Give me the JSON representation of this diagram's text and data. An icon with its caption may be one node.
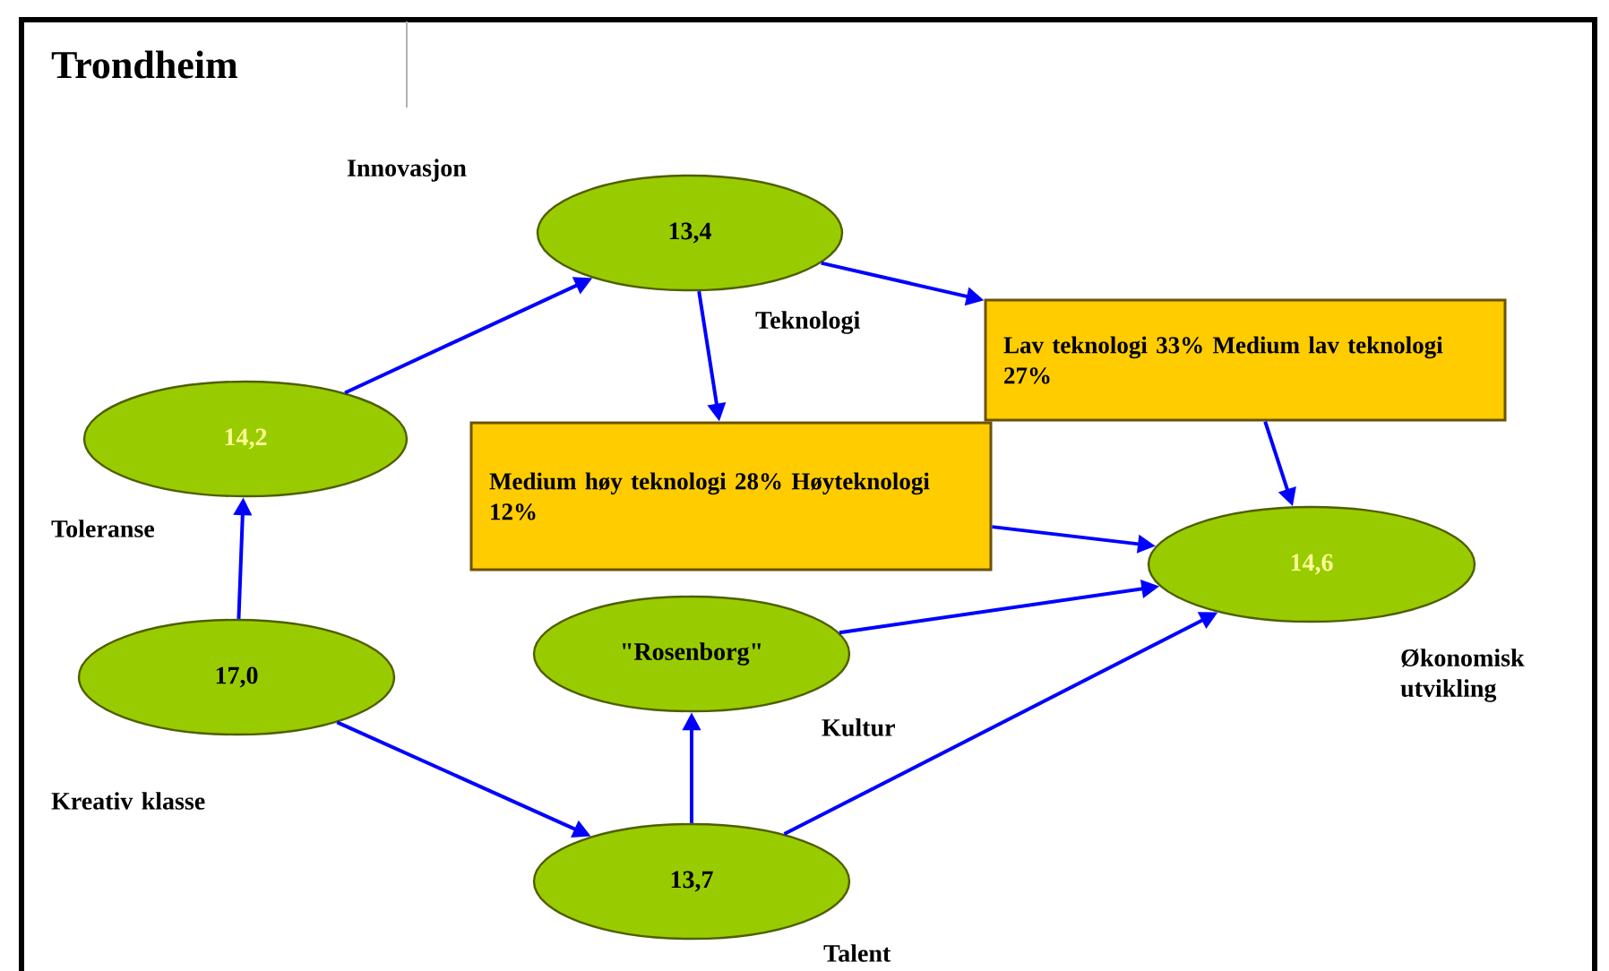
{
  "diagram": {
    "title": "Trondheim",
    "nodes": [
      {
        "text": [
          "13,4"
        ],
        "beside": [
          "Innovasjon",
          "Teknologi"
        ]
      },
      {
        "text": [
          "Lav teknologi 33% Medium lav teknologi 27%"
        ]
      },
      {
        "text": [
          "14,2"
        ],
        "beside": [
          "Toleranse"
        ]
      },
      {
        "text": [
          "Medium høy teknologi 28% Høyteknologi 12%"
        ]
      },
      {
        "text": [
          "14,6"
        ],
        "beside": [
          "Økonomisk utvikling"
        ]
      },
      {
        "text": [
          "\"Rosenborg\""
        ],
        "beside": [
          "Kultur"
        ]
      },
      {
        "text": [
          "17,0"
        ],
        "beside": [
          "Kreativ klasse"
        ]
      },
      {
        "text": [
          "13,7"
        ],
        "beside": [
          "Talent"
        ]
      }
    ],
    "edges": [
      {
        "from": 2,
        "to": 0,
        "arrow": "to"
      },
      {
        "from": 0,
        "to": 3,
        "arrow": "to"
      },
      {
        "from": 0,
        "to": 1,
        "arrow": "to"
      },
      {
        "from": 1,
        "to": 4,
        "arrow": "to"
      },
      {
        "from": 3,
        "to": 4,
        "arrow": "to"
      },
      {
        "from": 5,
        "to": 4,
        "arrow": "to"
      },
      {
        "from": 6,
        "to": 2,
        "arrow": "to"
      },
      {
        "from": 6,
        "to": 7,
        "arrow": "to"
      },
      {
        "from": 7,
        "to": 5,
        "arrow": "to"
      },
      {
        "from": 7,
        "to": 4,
        "arrow": "to"
      }
    ]
  }
}
